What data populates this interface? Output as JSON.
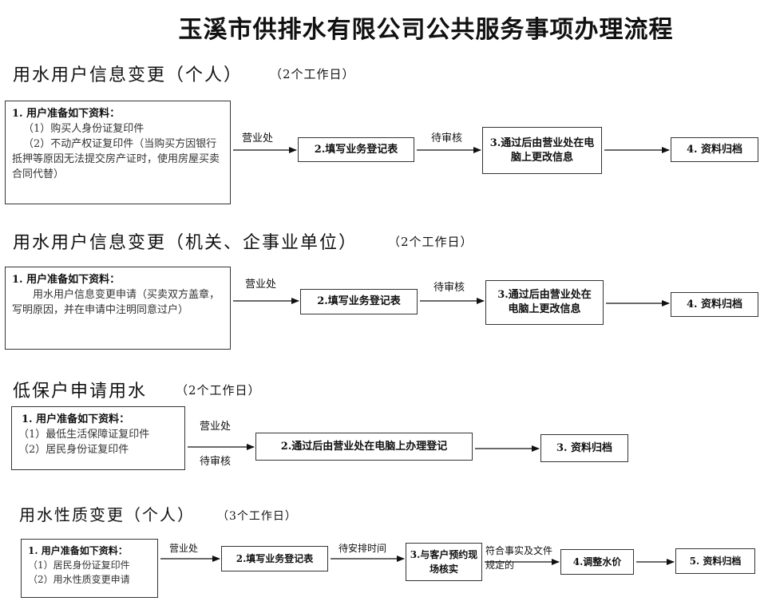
{
  "title": "玉溪市供排水有限公司公共服务事项办理流程",
  "sections": [
    {
      "heading": "用水用户信息变更（个人）",
      "days": "（2个工作日）",
      "requirements": {
        "title": "1. 用户准备如下资料：",
        "items": [
          "（1）购买人身份证复印件",
          "（2）不动产权证复印件（当购买方因银行抵押等原因无法提交房产证时，使用房屋买卖合同代替）"
        ]
      },
      "arrow_labels": [
        "营业处",
        "待审核"
      ],
      "steps": [
        "2.填写业务登记表",
        "3.通过后由营业处在电脑上更改信息",
        "4. 资料归档"
      ]
    },
    {
      "heading": "用水用户信息变更（机关、企事业单位）",
      "days": "（2个工作日）",
      "requirements": {
        "title": "1. 用户准备如下资料：",
        "items": [
          "用水用户信息变更申请（买卖双方盖章，写明原因，并在申请中注明同意过户）"
        ]
      },
      "arrow_labels": [
        "营业处",
        "待审核"
      ],
      "steps": [
        "2.填写业务登记表",
        "3.通过后由营业处在电脑上更改信息",
        "4. 资料归档"
      ]
    },
    {
      "heading": "低保户申请用水",
      "days": "（2个工作日）",
      "requirements": {
        "title": "1. 用户准备如下资料：",
        "items": [
          "（1）最低生活保障证复印件",
          "（2）居民身份证复印件"
        ]
      },
      "arrow_labels": [
        "营业处",
        "待审核"
      ],
      "steps": [
        "2.通过后由营业处在电脑上办理登记",
        "3. 资料归档"
      ]
    },
    {
      "heading": "用水性质变更（个人）",
      "days": "（3个工作日）",
      "requirements": {
        "title": "1. 用户准备如下资料：",
        "items": [
          "（1）居民身份证复印件",
          "（2）用水性质变更申请"
        ]
      },
      "arrow_labels": [
        "营业处",
        "待安排时间",
        "符合事实及文件规定的"
      ],
      "steps": [
        "2.填写业务登记表",
        "3.与客户预约现场核实",
        "4.调整水价",
        "5. 资料归档"
      ]
    }
  ]
}
